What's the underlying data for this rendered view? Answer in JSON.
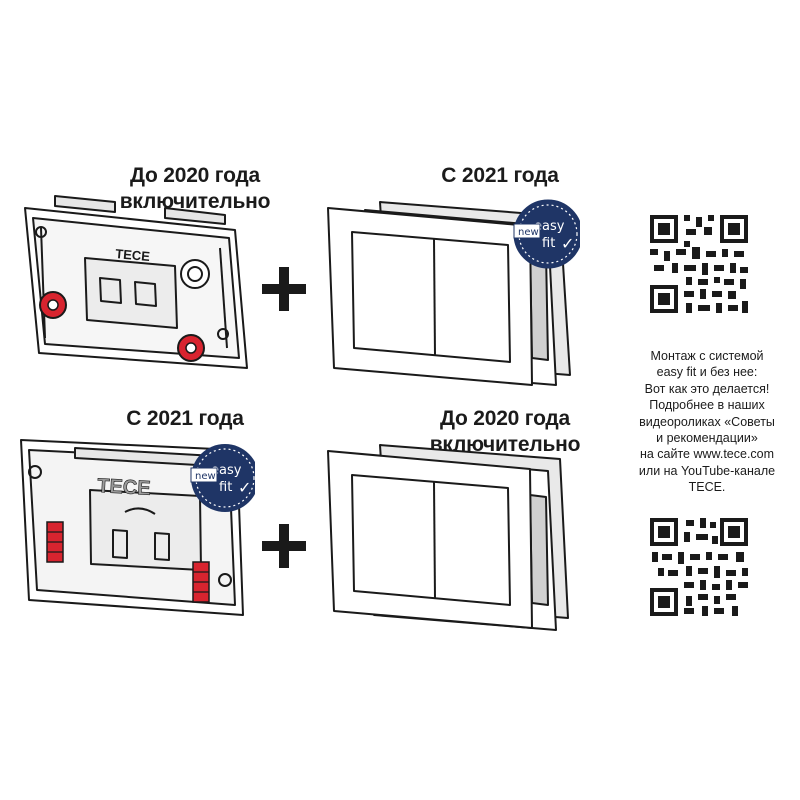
{
  "headings": {
    "top_left": [
      "До 2020 года",
      "включительно"
    ],
    "top_right": [
      "С 2021 года"
    ],
    "bottom_left": [
      "С 2021 года"
    ],
    "bottom_right": [
      "До 2020 года",
      "включительно"
    ]
  },
  "badge": {
    "new_label": "new",
    "word1": "easy",
    "word2": "fit",
    "check": "✓",
    "color": "#1f3566"
  },
  "frame_logo": "TECE",
  "info_text": [
    "Монтаж с системой",
    "easy fit и без нее:",
    "Вот как это делается!",
    "Подробнее в наших",
    "видеороликах «Советы",
    "и рекомендации»",
    "на сайте www.tece.com",
    "или на YouTube-канале",
    "TECE."
  ],
  "colors": {
    "accent_red": "#d8242f",
    "line": "#1a1a1a",
    "plate_grey": "#6e6e6e"
  }
}
